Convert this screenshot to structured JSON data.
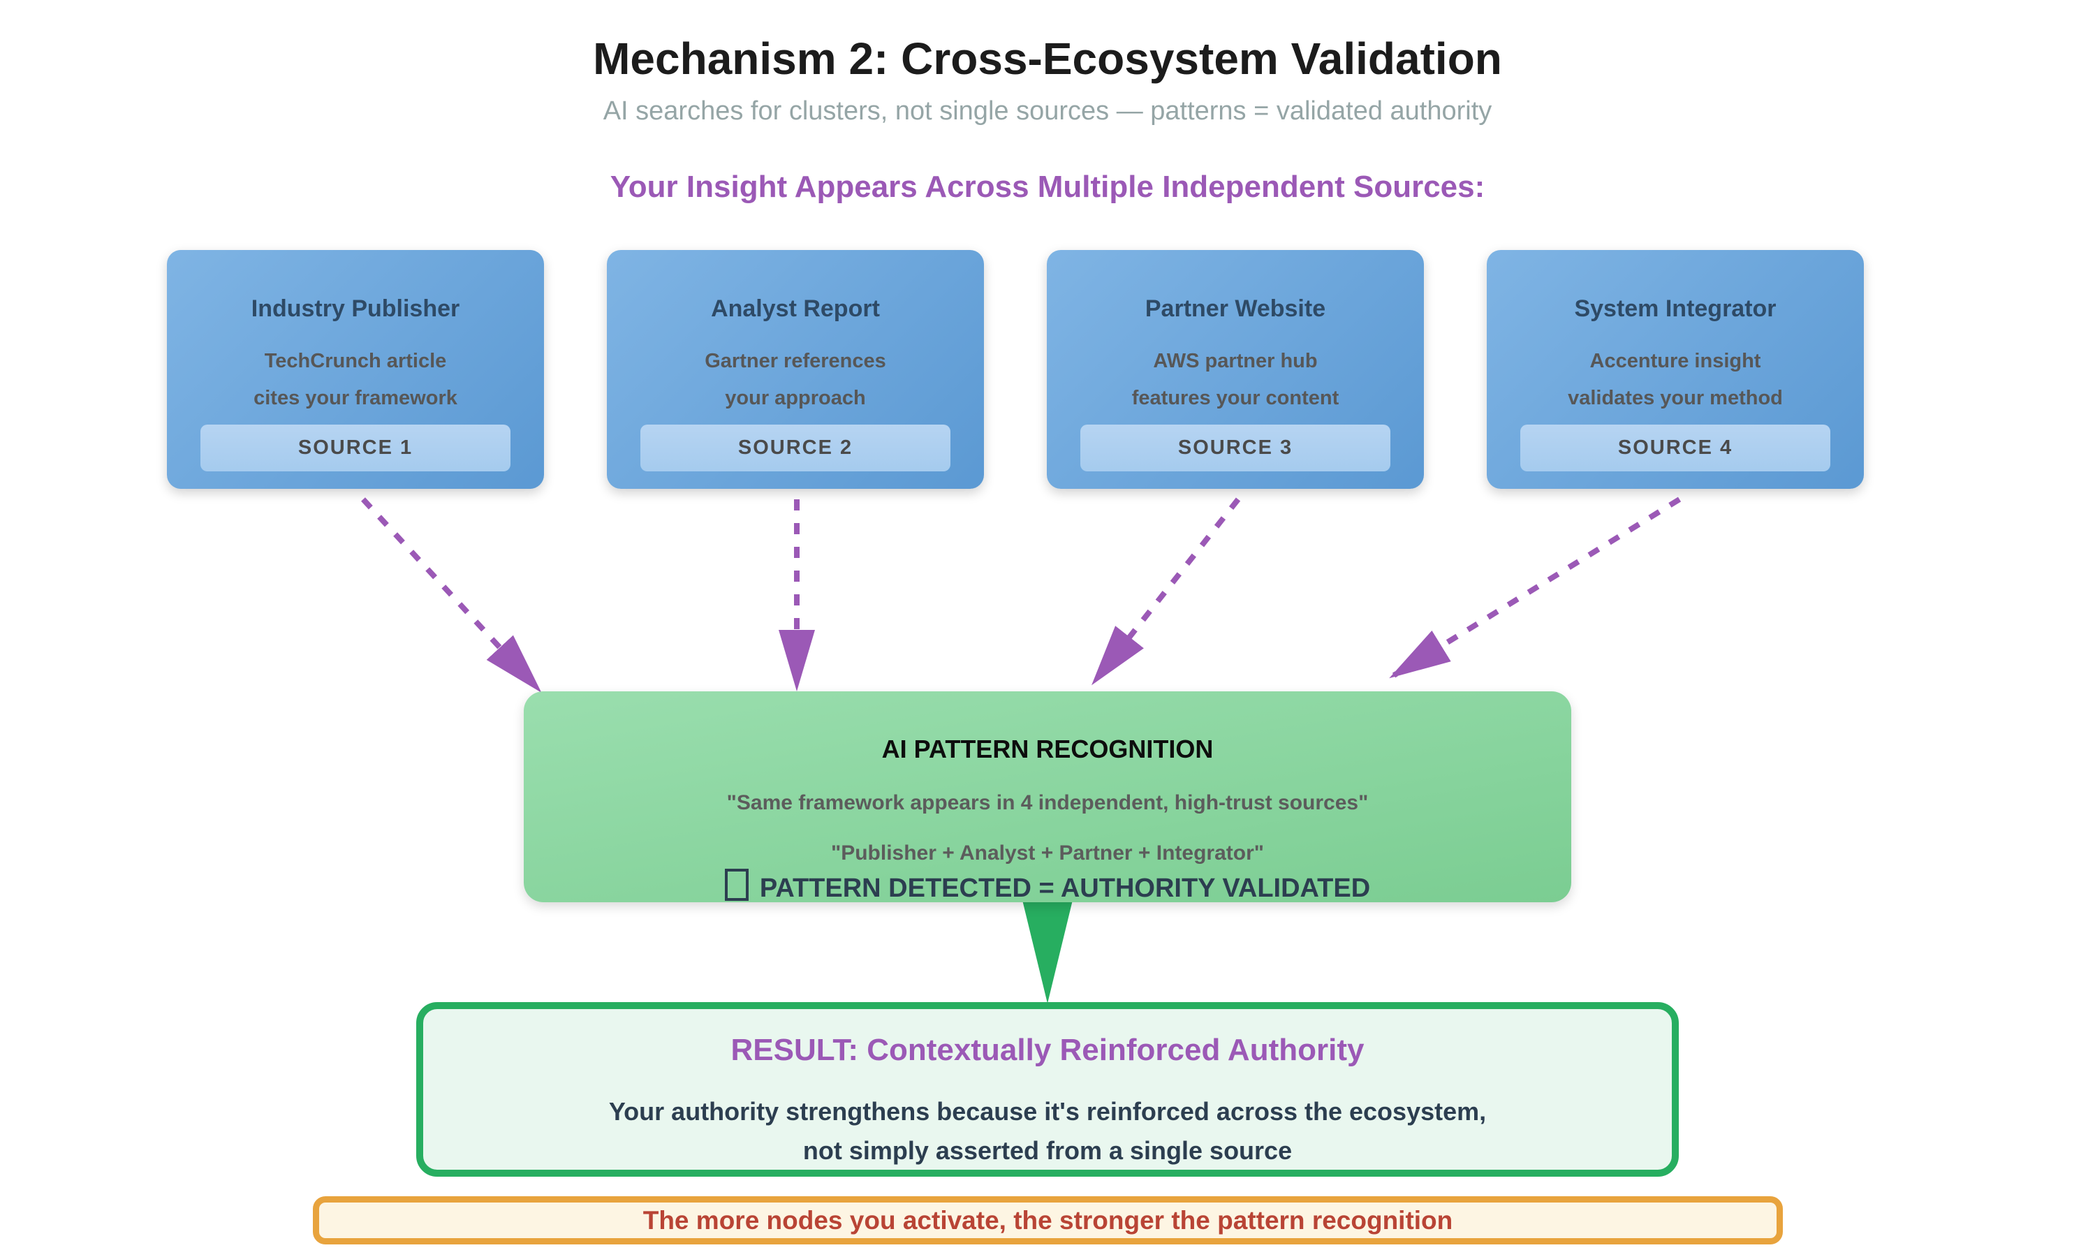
{
  "page": {
    "title": "Mechanism 2: Cross-Ecosystem Validation",
    "subtitle": "AI searches for clusters, not single sources — patterns = validated authority",
    "section_heading": "Your Insight Appears Across Multiple Independent Sources:"
  },
  "sources": [
    {
      "title": "Industry Publisher",
      "line1": "TechCrunch article",
      "line2": "cites your framework",
      "badge": "SOURCE 1"
    },
    {
      "title": "Analyst Report",
      "line1": "Gartner references",
      "line2": "your approach",
      "badge": "SOURCE 2"
    },
    {
      "title": "Partner Website",
      "line1": "AWS partner hub",
      "line2": "features your content",
      "badge": "SOURCE 3"
    },
    {
      "title": "System Integrator",
      "line1": "Accenture insight",
      "line2": "validates your method",
      "badge": "SOURCE 4"
    }
  ],
  "pattern_box": {
    "title": "AI PATTERN RECOGNITION",
    "quote1": "\"Same framework appears in 4 independent, high-trust sources\"",
    "quote2": "\"Publisher + Analyst + Partner + Integrator\"",
    "verdict": "PATTERN DETECTED = AUTHORITY VALIDATED",
    "verdict_glyph": "□"
  },
  "result_box": {
    "title": "RESULT: Contextually Reinforced Authority",
    "line1": "Your authority strengthens because it's reinforced across the ecosystem,",
    "line2": "not simply asserted from a single source"
  },
  "banner": {
    "text": "The more nodes you activate, the stronger the pattern recognition"
  },
  "icons": {
    "verdict_prefix": "missing-glyph-box",
    "flow_arrows": "dashed-arrow-down",
    "funnel": "solid-triangle-down"
  },
  "colors": {
    "accent_purple": "#9b59b6",
    "card_blue_top": "#7fb4e4",
    "card_blue_bottom": "#5b99d3",
    "badge_blue": "#aacdf0",
    "card_title_navy": "#2e4a66",
    "body_gray": "#575757",
    "pattern_green_top": "#9adeae",
    "pattern_green_bottom": "#7bcd92",
    "result_green_border": "#27ae60",
    "result_bg_mint": "#e9f7ef",
    "verdict_slate": "#2c3e50",
    "banner_border_orange": "#e8a33d",
    "banner_bg_cream": "#fdf5e3",
    "banner_text_red": "#b94435",
    "subtitle_gray": "#95a5a6"
  }
}
